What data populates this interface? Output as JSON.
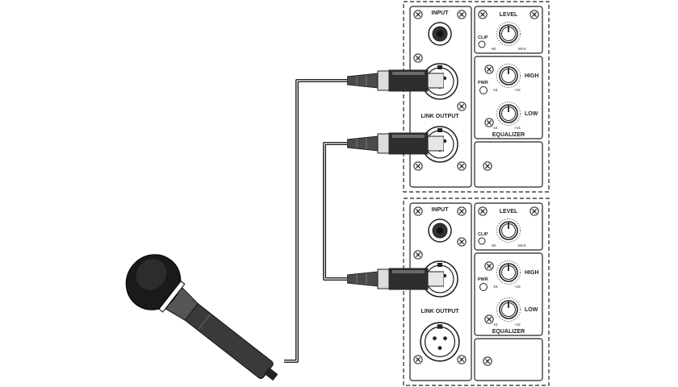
{
  "diagram": {
    "units": [
      {
        "input_label": "INPUT",
        "link_output_label": "LINK OUTPUT",
        "level_label": "LEVEL",
        "clip_label": "CLIP",
        "level_min": "-60",
        "level_max": "MAX",
        "pwr_label": "PWR",
        "high_label": "HIGH",
        "low_label": "LOW",
        "eq_min": "-15",
        "eq_max": "+15",
        "equalizer_label": "EQUALIZER"
      },
      {
        "input_label": "INPUT",
        "link_output_label": "LINK OUTPUT",
        "level_label": "LEVEL",
        "clip_label": "CLIP",
        "level_min": "-60",
        "level_max": "MAX",
        "pwr_label": "PWR",
        "high_label": "HIGH",
        "low_label": "LOW",
        "eq_min": "-15",
        "eq_max": "+15",
        "equalizer_label": "EQUALIZER"
      }
    ],
    "icons": {
      "microphone": "microphone-icon",
      "xlr_plug": "xlr-plug-icon",
      "knob": "knob-icon",
      "screw": "screw-icon"
    },
    "colors": {
      "ink": "#222222",
      "panel_fill": "#ffffff",
      "mic_body": "#3a3a3a"
    }
  }
}
